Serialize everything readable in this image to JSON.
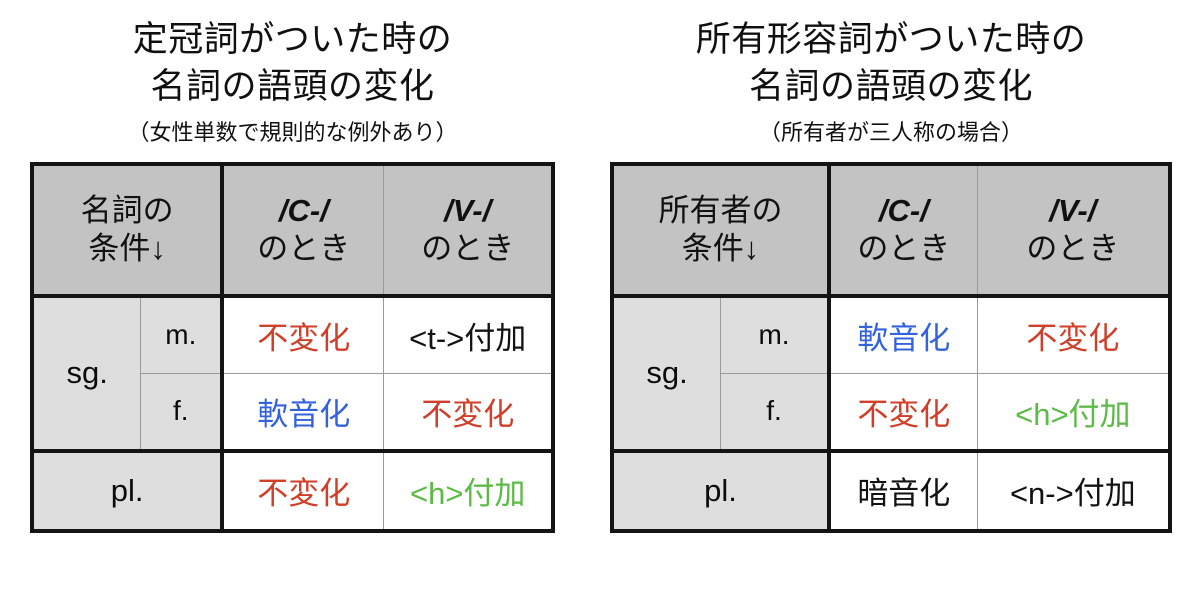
{
  "panels": [
    {
      "id": "definite-article",
      "title_line1": "定冠詞がついた時の",
      "title_line2": "名詞の語頭の変化",
      "subtitle": "（女性単数で規則的な例外あり）",
      "table": {
        "header": {
          "condition_line1": "名詞の",
          "condition_line2": "条件↓",
          "col_c_env": "/C-/",
          "col_c_when": "のとき",
          "col_v_env": "/V-/",
          "col_v_when": "のとき"
        },
        "rows": [
          {
            "number": "sg.",
            "genders": [
              {
                "gender": "m.",
                "c_value": "不変化",
                "c_color": "red",
                "v_value": "<t->付加",
                "v_color": "black"
              },
              {
                "gender": "f.",
                "c_value": "軟音化",
                "c_color": "blue",
                "v_value": "不変化",
                "v_color": "red"
              }
            ]
          },
          {
            "number": "pl.",
            "genders": [
              {
                "gender": "",
                "c_value": "不変化",
                "c_color": "red",
                "v_value": "<h>付加",
                "v_color": "green"
              }
            ]
          }
        ]
      }
    },
    {
      "id": "possessive-adjective",
      "title_line1": "所有形容詞がついた時の",
      "title_line2": "名詞の語頭の変化",
      "subtitle": "（所有者が三人称の場合）",
      "table": {
        "header": {
          "condition_line1": "所有者の",
          "condition_line2": "条件↓",
          "col_c_env": "/C-/",
          "col_c_when": "のとき",
          "col_v_env": "/V-/",
          "col_v_when": "のとき"
        },
        "rows": [
          {
            "number": "sg.",
            "genders": [
              {
                "gender": "m.",
                "c_value": "軟音化",
                "c_color": "blue",
                "v_value": "不変化",
                "v_color": "red"
              },
              {
                "gender": "f.",
                "c_value": "不変化",
                "c_color": "red",
                "v_value": "<h>付加",
                "v_color": "green"
              }
            ]
          },
          {
            "number": "pl.",
            "genders": [
              {
                "gender": "",
                "c_value": "暗音化",
                "c_color": "black",
                "v_value": "<n->付加",
                "v_color": "black"
              }
            ]
          }
        ]
      }
    }
  ],
  "colors": {
    "red": "#cf3f29",
    "blue": "#3263dc",
    "green": "#5cba46",
    "black": "#121212",
    "header_bg": "#c3c3c3",
    "label_bg": "#dedede",
    "border": "#141414"
  }
}
